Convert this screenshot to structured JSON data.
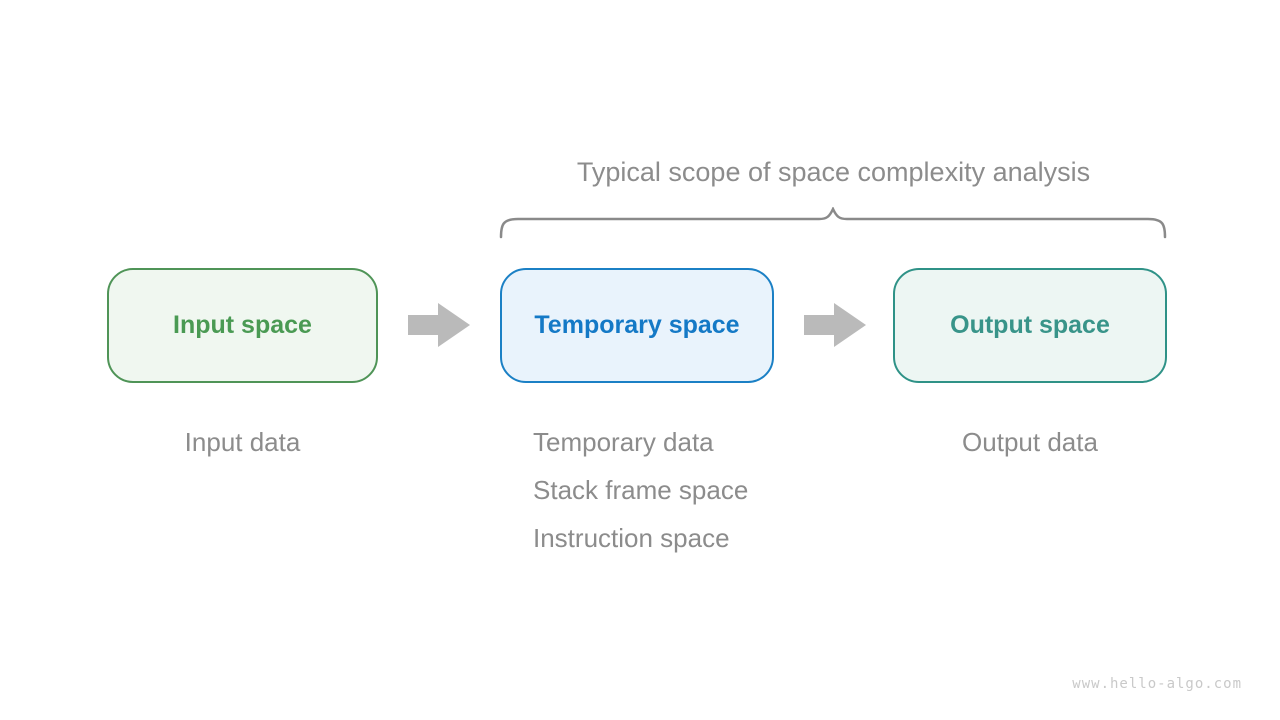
{
  "title": "Typical scope of space complexity analysis",
  "brace": {
    "color": "#8a8a8a"
  },
  "boxes": [
    {
      "label": "Input space",
      "text_color": "#4a9a53",
      "border_color": "#4f9457",
      "bg_color": "#f0f7f0"
    },
    {
      "label": "Temporary space",
      "text_color": "#1479c6",
      "border_color": "#1b80c5",
      "bg_color": "#e9f3fc"
    },
    {
      "label": "Output space",
      "text_color": "#389489",
      "border_color": "#2f9287",
      "bg_color": "#edf6f3"
    }
  ],
  "arrows": {
    "color": "#bababa",
    "direction": "right"
  },
  "captions": {
    "input": "Input data",
    "temporary": [
      "Temporary data",
      "Stack frame space",
      "Instruction space"
    ],
    "output": "Output data",
    "text_color": "#8c8c8c"
  },
  "watermark": "www.hello-algo.com"
}
